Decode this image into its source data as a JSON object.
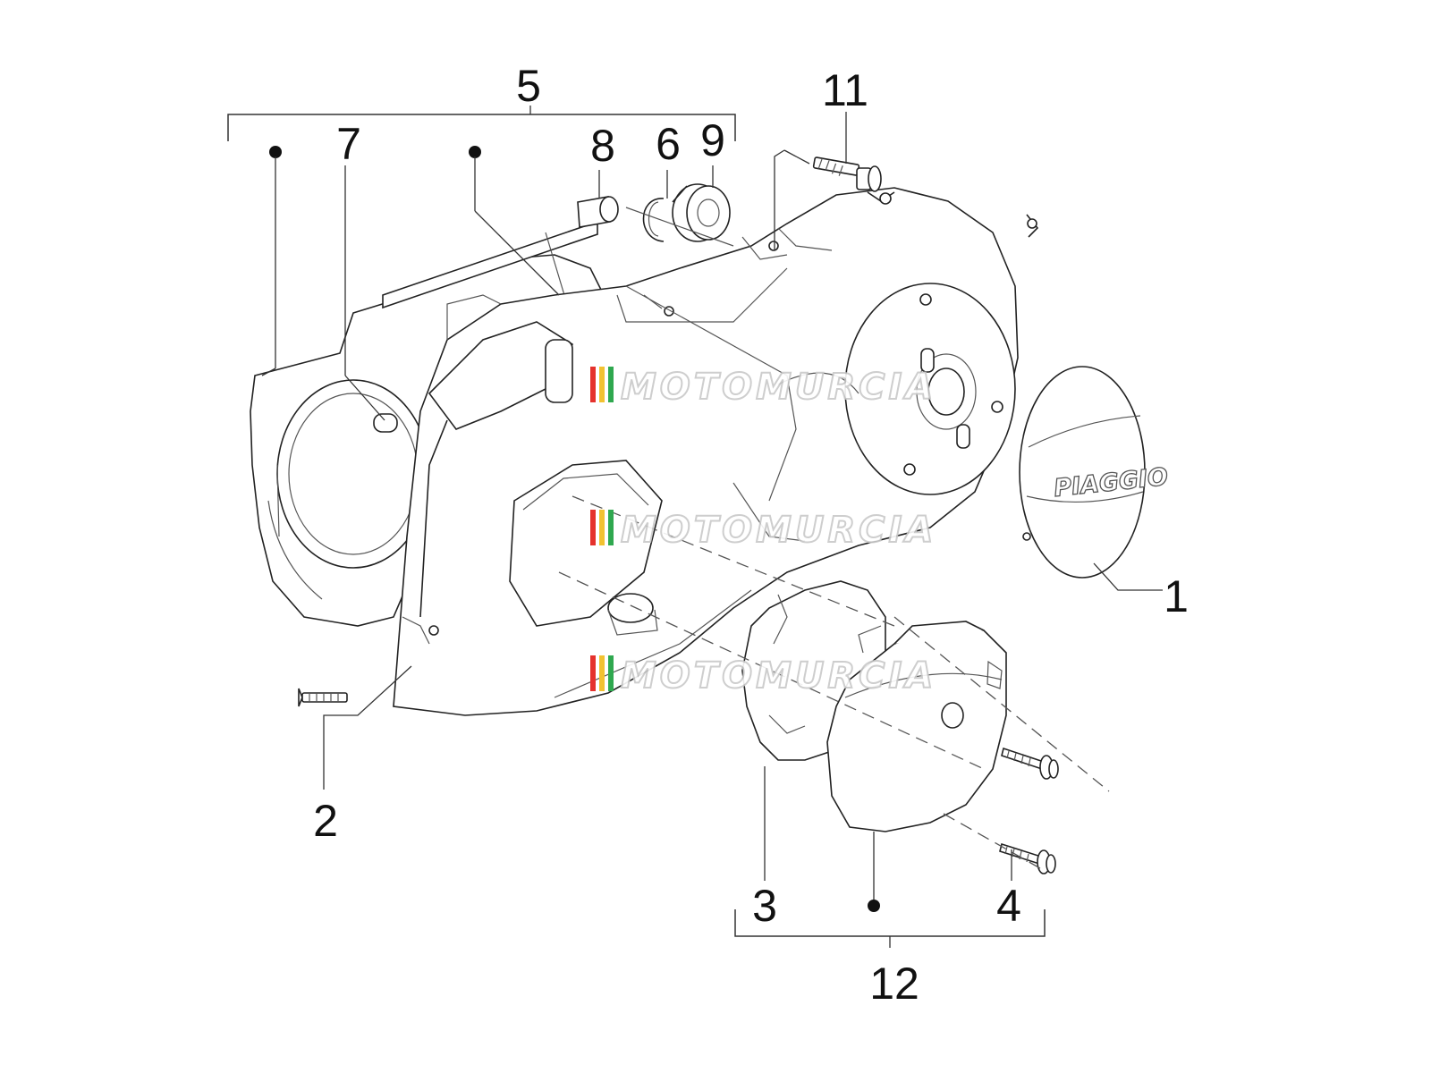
{
  "diagram": {
    "callouts": [
      {
        "id": "c1",
        "label": "1"
      },
      {
        "id": "c2",
        "label": "2"
      },
      {
        "id": "c3",
        "label": "3"
      },
      {
        "id": "c4",
        "label": "4"
      },
      {
        "id": "c5",
        "label": "5"
      },
      {
        "id": "c6",
        "label": "6"
      },
      {
        "id": "c7",
        "label": "7"
      },
      {
        "id": "c8",
        "label": "8"
      },
      {
        "id": "c9",
        "label": "9"
      },
      {
        "id": "c11",
        "label": "11"
      },
      {
        "id": "c12",
        "label": "12"
      }
    ],
    "brand_logo_text": "PIAGGIO",
    "watermark": {
      "text": "MOTOMURCIA",
      "stripe_colors": [
        "#e5322d",
        "#f2c230",
        "#2fa84f"
      ]
    }
  }
}
